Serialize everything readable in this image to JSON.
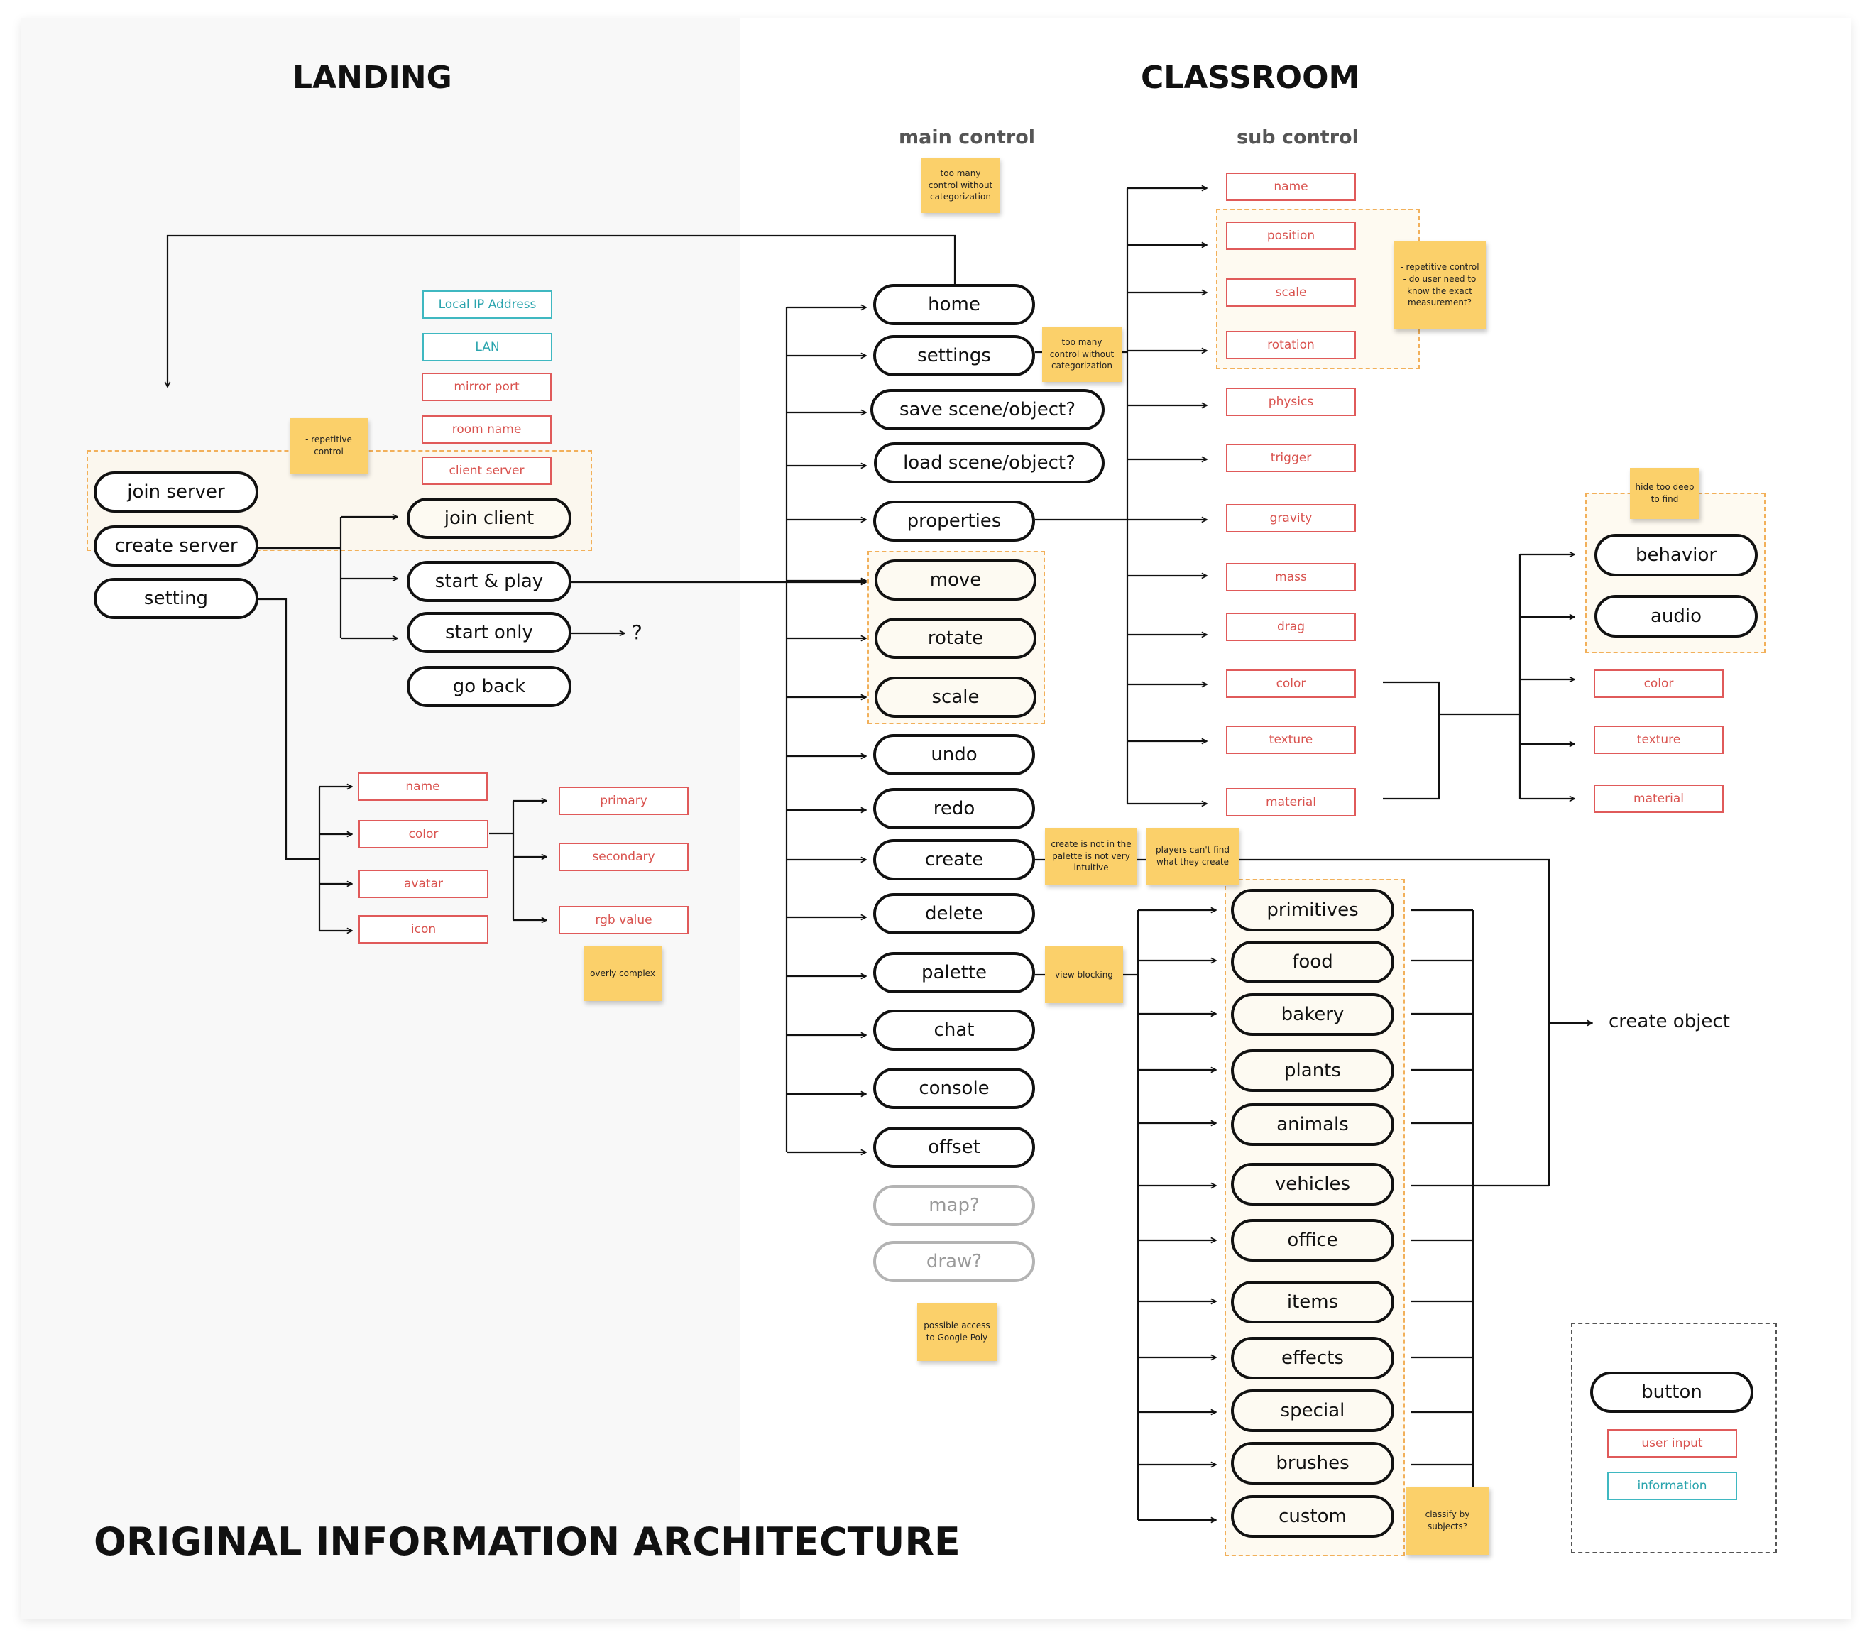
{
  "title": "ORIGINAL INFORMATION ARCHITECTURE",
  "sections": {
    "landing": "LANDING",
    "classroom": "CLASSROOM",
    "main_control": "main control",
    "sub_control": "sub control"
  },
  "landing": {
    "join_server": "join server",
    "create_server": "create server",
    "setting": "setting",
    "join_client": "join client",
    "start_play": "start & play",
    "start_only": "start only",
    "go_back": "go back",
    "question": "?",
    "local_ip": "Local IP Address",
    "lan": "LAN",
    "mirror_port": "mirror port",
    "room_name": "room name",
    "client_server": "client server",
    "name": "name",
    "color": "color",
    "avatar": "avatar",
    "icon": "icon",
    "primary": "primary",
    "secondary": "secondary",
    "rgb_value": "rgb value"
  },
  "main_controls": [
    "home",
    "settings",
    "save scene/object?",
    "load scene/object?",
    "properties",
    "move",
    "rotate",
    "scale",
    "undo",
    "redo",
    "create",
    "delete",
    "palette",
    "chat",
    "console",
    "offset"
  ],
  "future_controls": [
    "map?",
    "draw?"
  ],
  "sub_controls": [
    "name",
    "position",
    "scale",
    "rotation",
    "physics",
    "trigger",
    "gravity",
    "mass",
    "drag",
    "color",
    "texture",
    "material"
  ],
  "material_controls": {
    "behavior": "behavior",
    "audio": "audio",
    "color": "color",
    "texture": "texture",
    "material": "material"
  },
  "create_categories": [
    "primitives",
    "food",
    "bakery",
    "plants",
    "animals",
    "vehicles",
    "office",
    "items",
    "effects",
    "special",
    "brushes",
    "custom"
  ],
  "create_object": "create object",
  "notes": {
    "too_many_top": "too many control without categorization",
    "too_many_settings": "too many control without categorization",
    "repetitive_landing": "- repetitive control",
    "repetitive_transform": "- repetitive control\n- do user need to know the exact measurement?",
    "hide_deep": "hide too deep to find",
    "overly_complex": "overly complex",
    "create_palette": "create is not in the palette is not very intuitive",
    "players_cant_find": "players can't find what they create",
    "view_blocking": "view blocking",
    "google_poly": "possible access to Google Poly",
    "classify": "classify by subjects?"
  },
  "legend": {
    "button": "button",
    "user_input": "user input",
    "information": "information"
  },
  "colors": {
    "input_border": "#e05a5a",
    "info_border": "#3fb8c1",
    "sticky": "#fbd06a",
    "group_border": "#f2b05a",
    "landing_bg": "#f8f8f8"
  }
}
